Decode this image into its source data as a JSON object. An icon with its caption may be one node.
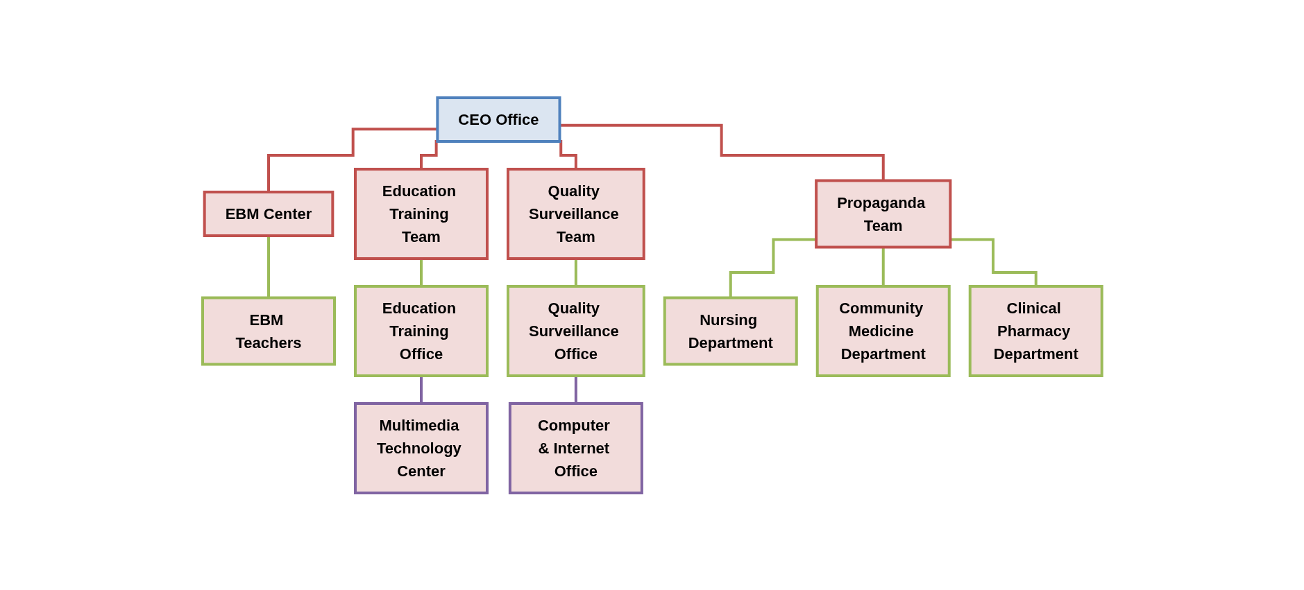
{
  "diagram": {
    "nodes": [
      {
        "text": [
          "CEO Office"
        ]
      },
      {
        "text": [
          "EBM Center"
        ]
      },
      {
        "text": [
          "EBM Teachers"
        ]
      },
      {
        "text": [
          "Education Training Team"
        ]
      },
      {
        "text": [
          "Education Training Office"
        ]
      },
      {
        "text": [
          "Multimedia Technology Center"
        ]
      },
      {
        "text": [
          "Quality Surveillance Team"
        ]
      },
      {
        "text": [
          "Quality Surveillance Office"
        ]
      },
      {
        "text": [
          "Computer & Internet Office"
        ]
      },
      {
        "text": [
          "Propaganda Team"
        ]
      },
      {
        "text": [
          "Nursing Department"
        ]
      },
      {
        "text": [
          "Community Medicine Department"
        ]
      },
      {
        "text": [
          "Clinical Pharmacy Department"
        ]
      }
    ],
    "edges": [
      {
        "from": 0,
        "to": 1,
        "arrow": "none",
        "color": "#c0504d"
      },
      {
        "from": 0,
        "to": 3,
        "arrow": "none",
        "color": "#c0504d"
      },
      {
        "from": 0,
        "to": 6,
        "arrow": "none",
        "color": "#c0504d"
      },
      {
        "from": 0,
        "to": 9,
        "arrow": "none",
        "color": "#c0504d"
      },
      {
        "from": 1,
        "to": 2,
        "arrow": "none"
      },
      {
        "from": 3,
        "to": 4,
        "arrow": "none"
      },
      {
        "from": 4,
        "to": 5,
        "arrow": "none",
        "color": "#8064a2"
      },
      {
        "from": 6,
        "to": 7,
        "arrow": "none"
      },
      {
        "from": 7,
        "to": 8,
        "arrow": "none",
        "color": "#8064a2"
      },
      {
        "from": 9,
        "to": 10,
        "arrow": "none"
      },
      {
        "from": 9,
        "to": 11,
        "arrow": "none"
      },
      {
        "from": 9,
        "to": 12,
        "arrow": "none"
      }
    ]
  }
}
